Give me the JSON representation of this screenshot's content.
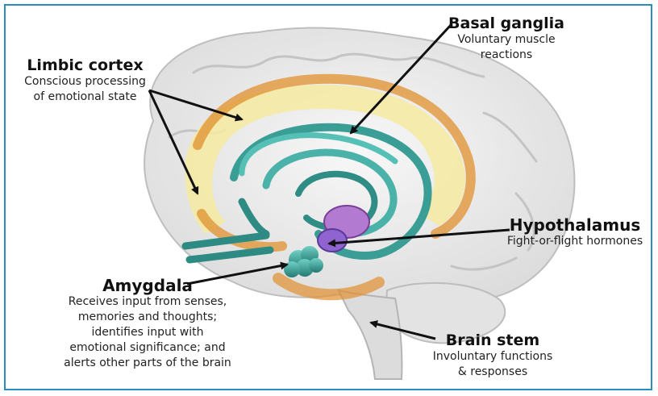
{
  "labels": {
    "limbic": {
      "title": "Limbic cortex",
      "desc": [
        "Conscious processing",
        "of emotional state"
      ]
    },
    "basal": {
      "title": "Basal ganglia",
      "desc": [
        "Voluntary muscle",
        "reactions"
      ]
    },
    "hypothalamus": {
      "title": "Hypothalamus",
      "desc": [
        "Fight-or-flight hormones"
      ]
    },
    "amygdala": {
      "title": "Amygdala",
      "desc": [
        "Receives input from senses,",
        "memories and thoughts;",
        "identifies input with",
        "emotional significance; and",
        "alerts other parts of the brain"
      ]
    },
    "brainstem": {
      "title": "Brain stem",
      "desc": [
        "Involuntary functions",
        "& responses"
      ]
    }
  },
  "colors": {
    "frame": "#2a8fb8",
    "limbic_orange": "#e0902f",
    "limbic_yellow": "#f4eaa0",
    "basal_teal": "#3a9e96",
    "hypothalamus_purple": "#a35fc4",
    "arrow": "#111111"
  }
}
